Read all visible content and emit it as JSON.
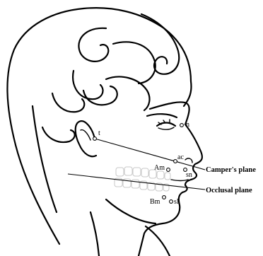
{
  "points": {
    "n": "n",
    "t": "t",
    "ac": "ac",
    "am": "Am",
    "sn": "sn",
    "bm": "Bm",
    "sl": "sl"
  },
  "planes": {
    "campers": "Camper's plane",
    "occlusal": "Occlusal plane"
  }
}
